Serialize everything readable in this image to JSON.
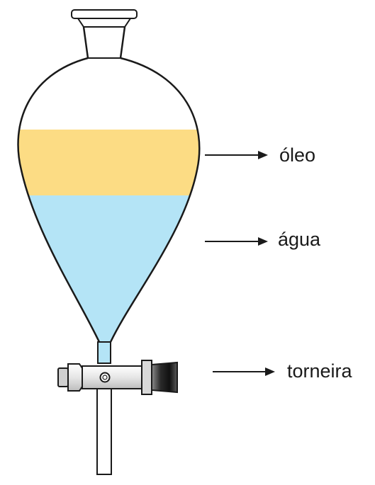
{
  "labels": {
    "oil": "óleo",
    "water": "água",
    "tap": "torneira"
  },
  "colors": {
    "oil": "#fcdc84",
    "water": "#b4e4f6",
    "outline": "#1a1a1a",
    "metal_light": "#f2f2f2",
    "metal_dark": "#1e1e1e"
  },
  "icons": {
    "arrow": "right-arrow",
    "funnel": "separatory-funnel",
    "tap": "stopcock"
  }
}
